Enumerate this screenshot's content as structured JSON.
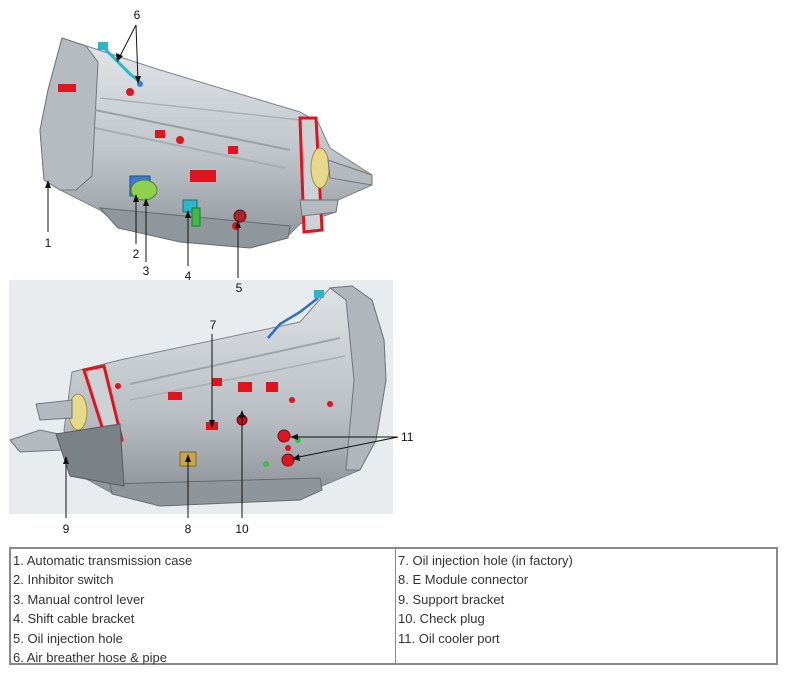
{
  "callouts": {
    "top": [
      "1",
      "2",
      "3",
      "4",
      "5",
      "6"
    ],
    "bottom": [
      "7",
      "8",
      "9",
      "10",
      "11"
    ]
  },
  "legend": {
    "left": [
      "1. Automatic transmission case",
      "2. Inhibitor switch",
      "3. Manual control lever",
      "4. Shift cable bracket",
      "5. Oil injection hole",
      "6. Air breather hose & pipe"
    ],
    "right": [
      "7. Oil injection hole (in factory)",
      "8. E Module connector",
      "9. Support bracket",
      "10. Check plug",
      "11. Oil cooler port"
    ]
  },
  "colors": {
    "case": "#c9ced3",
    "marker": "#e0141e",
    "connector": "#2bb6c9",
    "switch": "#3a7bd5",
    "lever": "#8fd14f",
    "bracket": "#caa64a"
  }
}
